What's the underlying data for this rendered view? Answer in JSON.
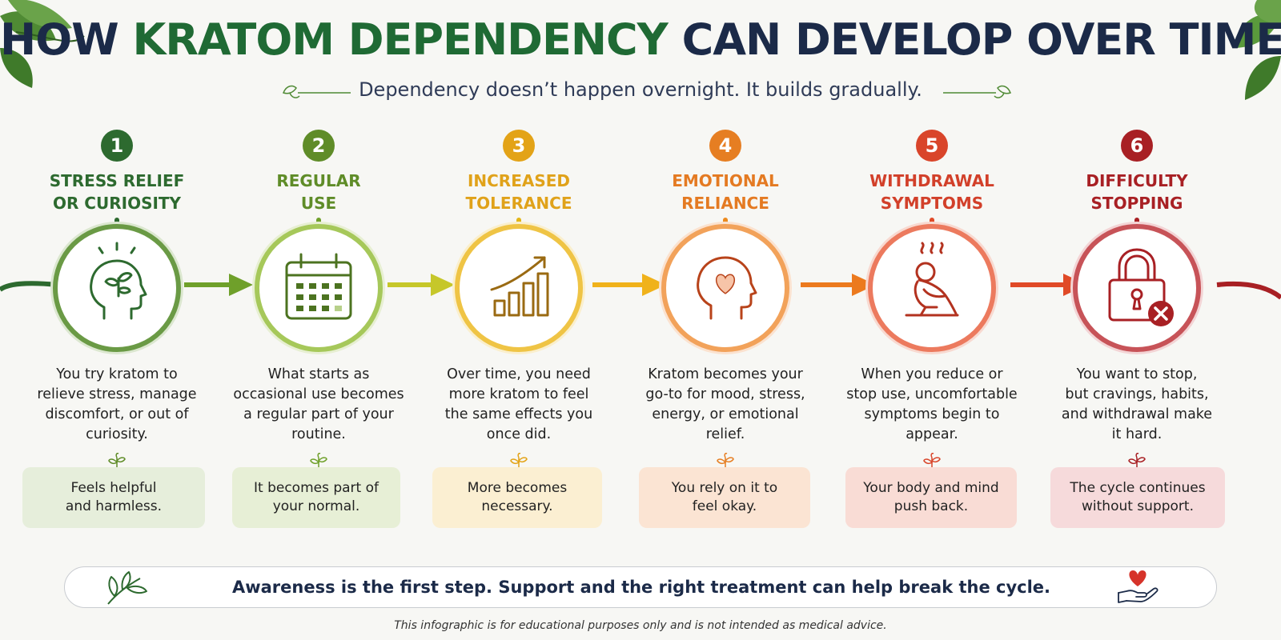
{
  "title": {
    "part1": "HOW ",
    "highlight": "KRATOM DEPENDENCY",
    "part2": " CAN DEVELOP OVER TIME"
  },
  "subtitle": "Dependency doesn’t happen overnight. It builds gradually.",
  "steps": [
    {
      "number": "1",
      "title_line1": "STRESS RELIEF",
      "title_line2": "OR CURIOSITY",
      "icon": "head-leaf-icon",
      "description": [
        "You try kratom to",
        "relieve stress, manage",
        "discomfort, or out of",
        "curiosity."
      ],
      "tag": [
        "Feels helpful",
        "and harmless."
      ],
      "color": "#2d6a2f",
      "tag_bg": "#e6eedb"
    },
    {
      "number": "2",
      "title_line1": "REGULAR",
      "title_line2": "USE",
      "icon": "calendar-icon",
      "description": [
        "What starts as",
        "occasional use becomes",
        "a regular part of your",
        "routine."
      ],
      "tag": [
        "It becomes part of",
        "your normal."
      ],
      "color": "#5f8c28",
      "tag_bg": "#e7efd6"
    },
    {
      "number": "3",
      "title_line1": "INCREASED",
      "title_line2": "TOLERANCE",
      "icon": "rising-bars-icon",
      "description": [
        "Over time, you need",
        "more kratom to feel",
        "the same effects you",
        "once did."
      ],
      "tag": [
        "More becomes",
        "necessary."
      ],
      "color": "#e3a317",
      "tag_bg": "#fbefd2"
    },
    {
      "number": "4",
      "title_line1": "EMOTIONAL",
      "title_line2": "RELIANCE",
      "icon": "head-heart-icon",
      "description": [
        "Kratom becomes your",
        "go-to for mood, stress,",
        "energy, or emotional",
        "relief."
      ],
      "tag": [
        "You rely on it to",
        "feel okay."
      ],
      "color": "#e67e22",
      "tag_bg": "#fbe4d3"
    },
    {
      "number": "5",
      "title_line1": "WITHDRAWAL",
      "title_line2": "SYMPTOMS",
      "icon": "distressed-person-icon",
      "description": [
        "When you reduce or",
        "stop use, uncomfortable",
        "symptoms begin to",
        "appear."
      ],
      "tag": [
        "Your body and mind",
        "push back."
      ],
      "color": "#d9452a",
      "tag_bg": "#f9dcd5"
    },
    {
      "number": "6",
      "title_line1": "DIFFICULTY",
      "title_line2": "STOPPING",
      "icon": "locked-padlock-icon",
      "description": [
        "You want to stop,",
        "but cravings, habits,",
        "and withdrawal make",
        "it hard."
      ],
      "tag": [
        "The cycle continues",
        "without support."
      ],
      "color": "#a82024",
      "tag_bg": "#f6dadb"
    }
  ],
  "banner": "Awareness is the first step. Support and the right treatment can help break the cycle.",
  "footnote": "This infographic is for educational purposes only and is not intended as medical advice."
}
